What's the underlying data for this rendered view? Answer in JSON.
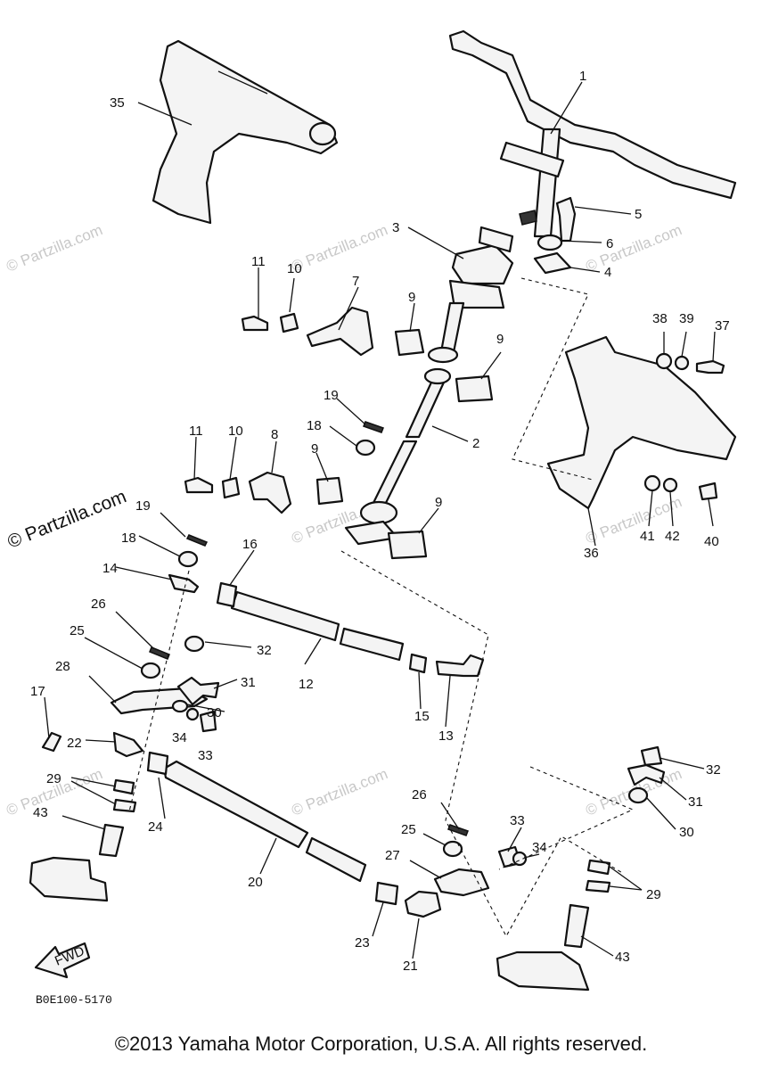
{
  "watermark": {
    "small": "© Partzilla.com",
    "large": "© Partzilla.com"
  },
  "drawing_code": "B0E100-5170",
  "fwd_label": "FWD",
  "copyright": "©2013 Yamaha Motor Corporation, U.S.A. All rights reserved.",
  "callouts": [
    "1",
    "2",
    "3",
    "4",
    "5",
    "6",
    "7",
    "8",
    "9",
    "10",
    "11",
    "12",
    "13",
    "14",
    "15",
    "16",
    "17",
    "18",
    "19",
    "20",
    "21",
    "22",
    "23",
    "24",
    "25",
    "26",
    "27",
    "28",
    "29",
    "30",
    "31",
    "32",
    "33",
    "34",
    "35",
    "36",
    "37",
    "38",
    "39",
    "40",
    "41",
    "42",
    "43"
  ]
}
